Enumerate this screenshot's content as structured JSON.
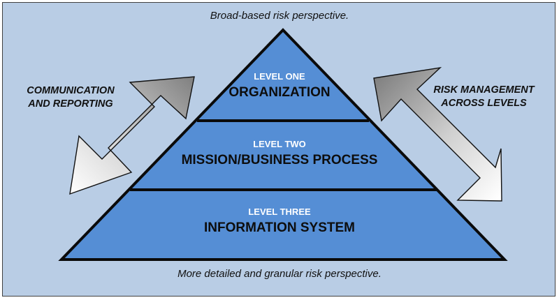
{
  "diagram": {
    "title": "",
    "top_caption": "Broad-based risk perspective.",
    "bottom_caption": "More detailed and granular risk perspective.",
    "left_arrow": {
      "label_line1": "COMMUNICATION",
      "label_line2": "AND REPORTING",
      "direction": "bidirectional"
    },
    "right_arrow": {
      "label_line1": "RISK MANAGEMENT",
      "label_line2": "ACROSS LEVELS",
      "direction": "bidirectional"
    },
    "levels": [
      {
        "number": "LEVEL ONE",
        "name": "ORGANIZATION"
      },
      {
        "number": "LEVEL TWO",
        "name": "MISSION/BUSINESS PROCESS"
      },
      {
        "number": "LEVEL THREE",
        "name": "INFORMATION SYSTEM"
      }
    ],
    "colors": {
      "background": "#b9cde5",
      "pyramid_fill": "#558ed5",
      "outline": "#0a0a0a",
      "arrow_dark": "#7f7f7f",
      "arrow_light": "#ffffff",
      "level_number_text": "#ffffff"
    }
  }
}
